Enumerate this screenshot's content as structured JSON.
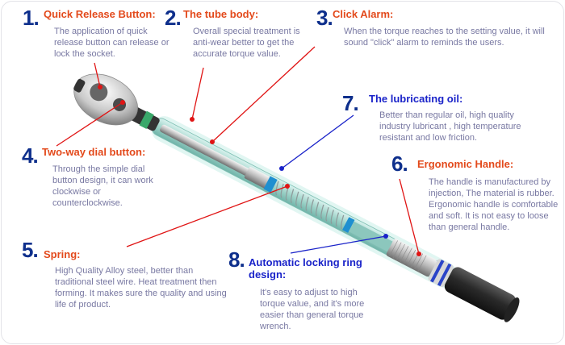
{
  "diagram": {
    "subject": "Torque wrench components",
    "accent_colors": {
      "number": "#0e2f8c",
      "title_orange": "#e34a1c",
      "title_blue": "#1a23c9",
      "description": "#7878a2",
      "leader_red": "#e01414",
      "leader_blue": "#1a23c9"
    },
    "callouts": [
      {
        "number": "1.",
        "title": "Quick Release Button:",
        "description": "The application of quick release button can release or lock the socket."
      },
      {
        "number": "2.",
        "title": "The tube body:",
        "description": "Overall special treatment is anti-wear better to get the accurate torque value."
      },
      {
        "number": "3.",
        "title": "Click Alarm:",
        "description": "When the torque reaches to the setting value, it will sound \"click\" alarm to reminds the users."
      },
      {
        "number": "4.",
        "title": "Two-way dial button:",
        "description": "Through the simple dial button design, it can work clockwise or counterclockwise."
      },
      {
        "number": "5.",
        "title": "Spring:",
        "description": "High Quality Alloy steel, better than traditional steel wire. Heat treatment then forming. It makes sure the quality and using life of product."
      },
      {
        "number": "6.",
        "title": "Ergonomic Handle:",
        "description": "The handle is manufactured by injection, The material is rubber. Ergonomic handle is comfortable and soft. It is not easy to loose than general handle."
      },
      {
        "number": "7.",
        "title": "The lubricating oil:",
        "description": "Better than regular oil,  high quality industry lubricant , high temperature resistant and low friction."
      },
      {
        "number": "8.",
        "title": "Automatic locking ring design:",
        "description": "It's easy to adjust to high torque value, and it's more easier than general torque wrench."
      }
    ]
  }
}
